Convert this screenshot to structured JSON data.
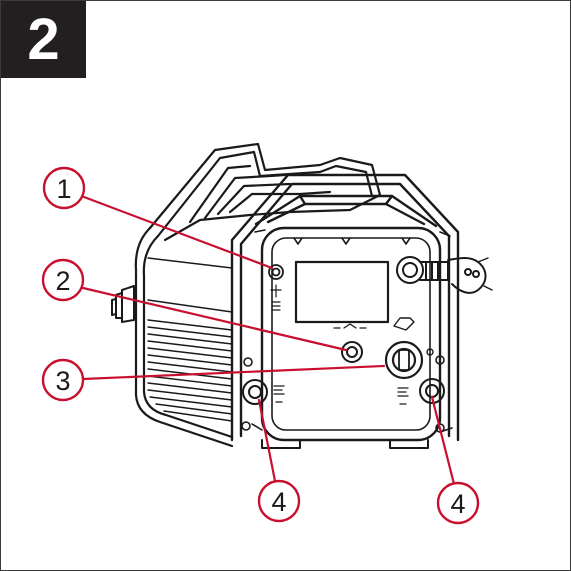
{
  "step": {
    "number": "2"
  },
  "colors": {
    "callout": "#c8102e",
    "ink": "#1a1a1a",
    "badge_bg": "#231f20"
  },
  "callouts": [
    {
      "label": "1",
      "target": "gas-connector"
    },
    {
      "label": "2",
      "target": "euro-connector"
    },
    {
      "label": "3",
      "target": "power-switch"
    },
    {
      "label": "4",
      "target": "socket-left"
    },
    {
      "label": "4",
      "target": "socket-right"
    }
  ]
}
